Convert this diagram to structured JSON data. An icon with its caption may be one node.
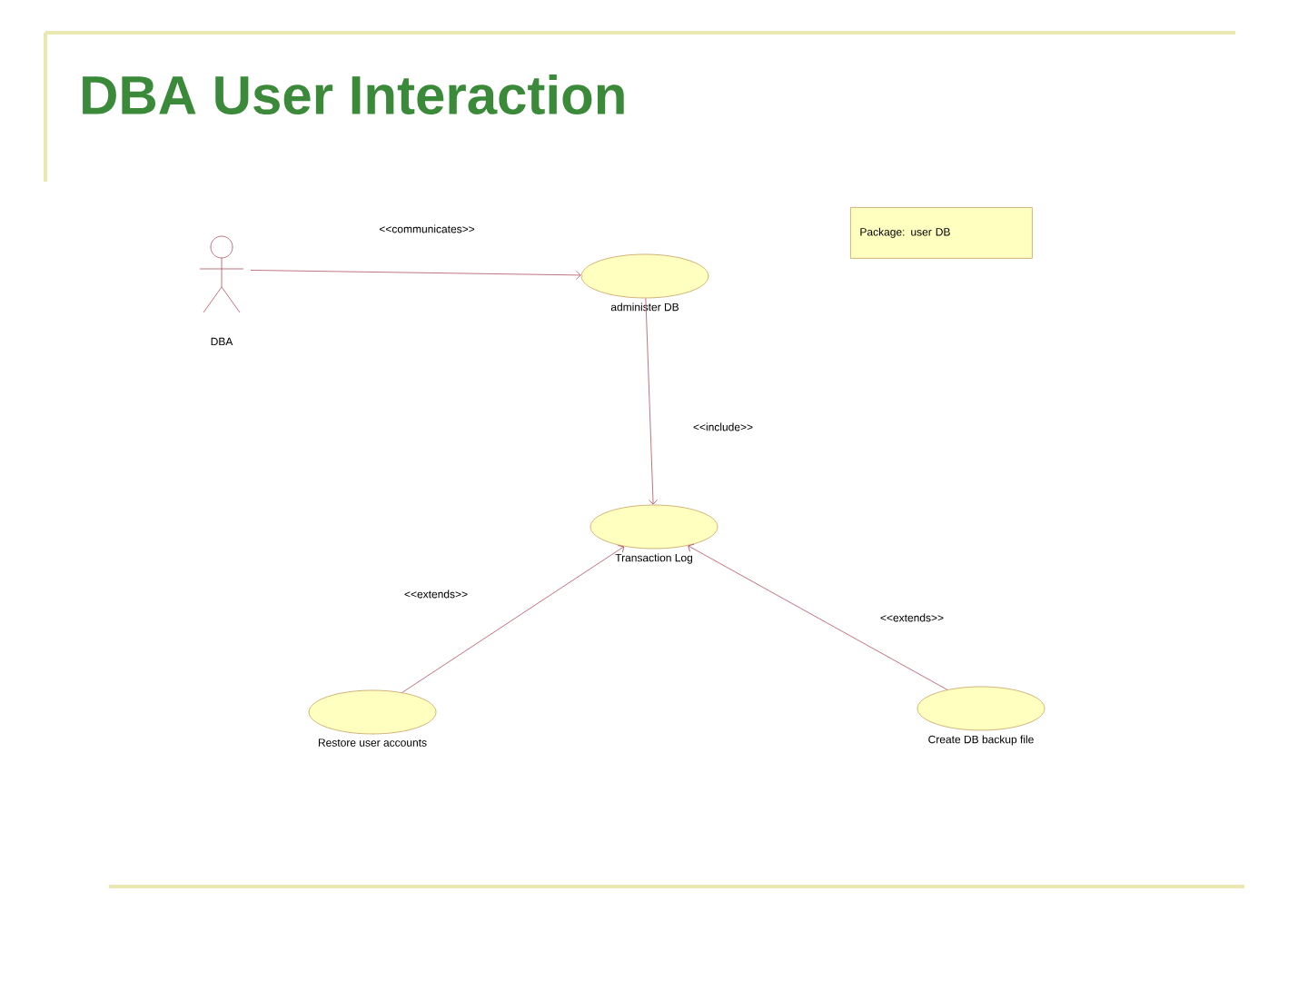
{
  "diagram": {
    "title": "DBA User Interaction",
    "nodes": [
      {
        "text": [
          "DBA"
        ]
      },
      {
        "text": [
          "administer DB"
        ]
      },
      {
        "text": [
          "Transaction Log"
        ]
      },
      {
        "text": [
          "Restore user accounts"
        ]
      },
      {
        "text": [
          "Create DB backup file"
        ]
      },
      {
        "text": [
          "Package: user DB"
        ]
      }
    ],
    "edges": [
      {
        "from": 0,
        "to": 1,
        "arrow": "to",
        "label": "<<communicates>>"
      },
      {
        "from": 1,
        "to": 2,
        "arrow": "to",
        "label": "<<include>>"
      },
      {
        "from": 3,
        "to": 2,
        "arrow": "to",
        "label": "<<extends>>"
      },
      {
        "from": 4,
        "to": 2,
        "arrow": "to",
        "label": "<<extends>>"
      }
    ]
  }
}
